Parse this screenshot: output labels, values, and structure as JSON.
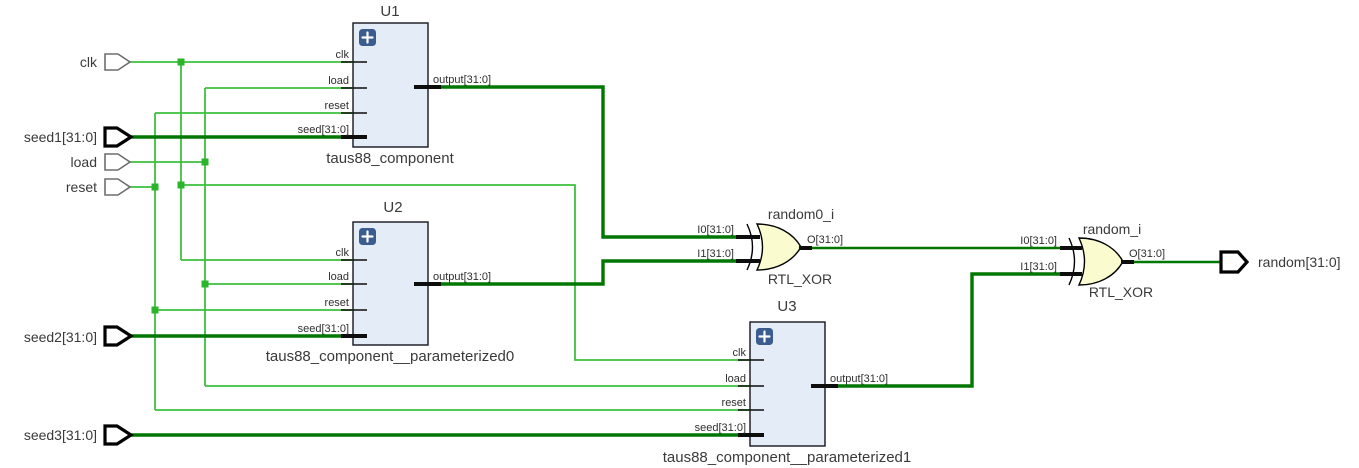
{
  "ports": {
    "inputs": [
      {
        "name": "clk",
        "bus": false
      },
      {
        "name": "seed1[31:0]",
        "bus": true
      },
      {
        "name": "load",
        "bus": false
      },
      {
        "name": "reset",
        "bus": false
      },
      {
        "name": "seed2[31:0]",
        "bus": true
      },
      {
        "name": "seed3[31:0]",
        "bus": true
      }
    ],
    "outputs": [
      {
        "name": "random[31:0]",
        "bus": true
      }
    ]
  },
  "blocks": [
    {
      "instance": "U1",
      "type": "taus88_component",
      "inputs": [
        "clk",
        "load",
        "reset",
        "seed[31:0]"
      ],
      "output": "output[31:0]"
    },
    {
      "instance": "U2",
      "type": "taus88_component__parameterized0",
      "inputs": [
        "clk",
        "load",
        "reset",
        "seed[31:0]"
      ],
      "output": "output[31:0]"
    },
    {
      "instance": "U3",
      "type": "taus88_component__parameterized1",
      "inputs": [
        "clk",
        "load",
        "reset",
        "seed[31:0]"
      ],
      "output": "output[31:0]"
    }
  ],
  "gates": [
    {
      "instance": "random0_i",
      "type": "RTL_XOR",
      "inputs": [
        "I0[31:0]",
        "I1[31:0]"
      ],
      "output": "O[31:0]"
    },
    {
      "instance": "random_i",
      "type": "RTL_XOR",
      "inputs": [
        "I0[31:0]",
        "I1[31:0]"
      ],
      "output": "O[31:0]"
    }
  ],
  "colors": {
    "scalar_wire": "#3cc13c",
    "bus_wire": "#007700",
    "junction": "#2ab52a",
    "block_fill": "#e4edf7",
    "gate_fill": "#fbfbd0",
    "expand_icon_bg": "#3a5c8f"
  }
}
